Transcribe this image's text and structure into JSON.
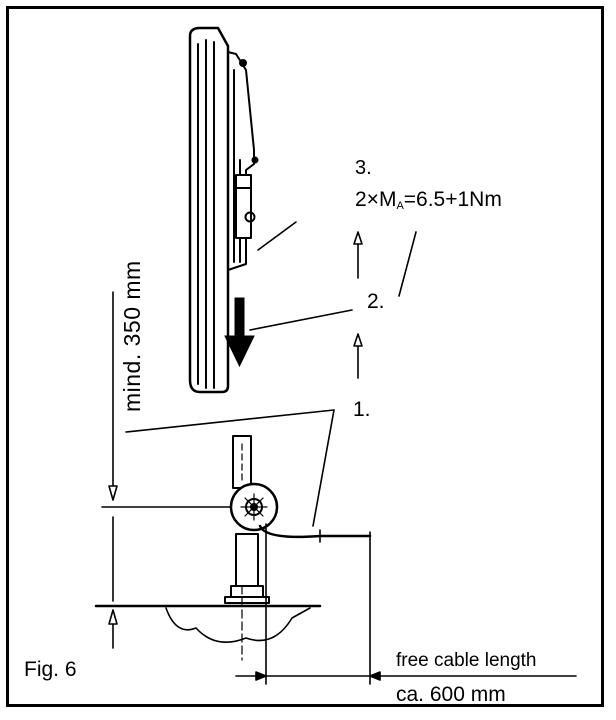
{
  "figure": {
    "label": "Fig. 6",
    "step_1": "1.",
    "step_2": "2.",
    "step_3": "3.",
    "torque_prefix": "2×M",
    "torque_subscript": "A",
    "torque_value": "=6.5+1Nm",
    "height_dimension": "mind. 350 mm",
    "cable_caption": "free cable length",
    "cable_length": "ca. 600 mm"
  }
}
